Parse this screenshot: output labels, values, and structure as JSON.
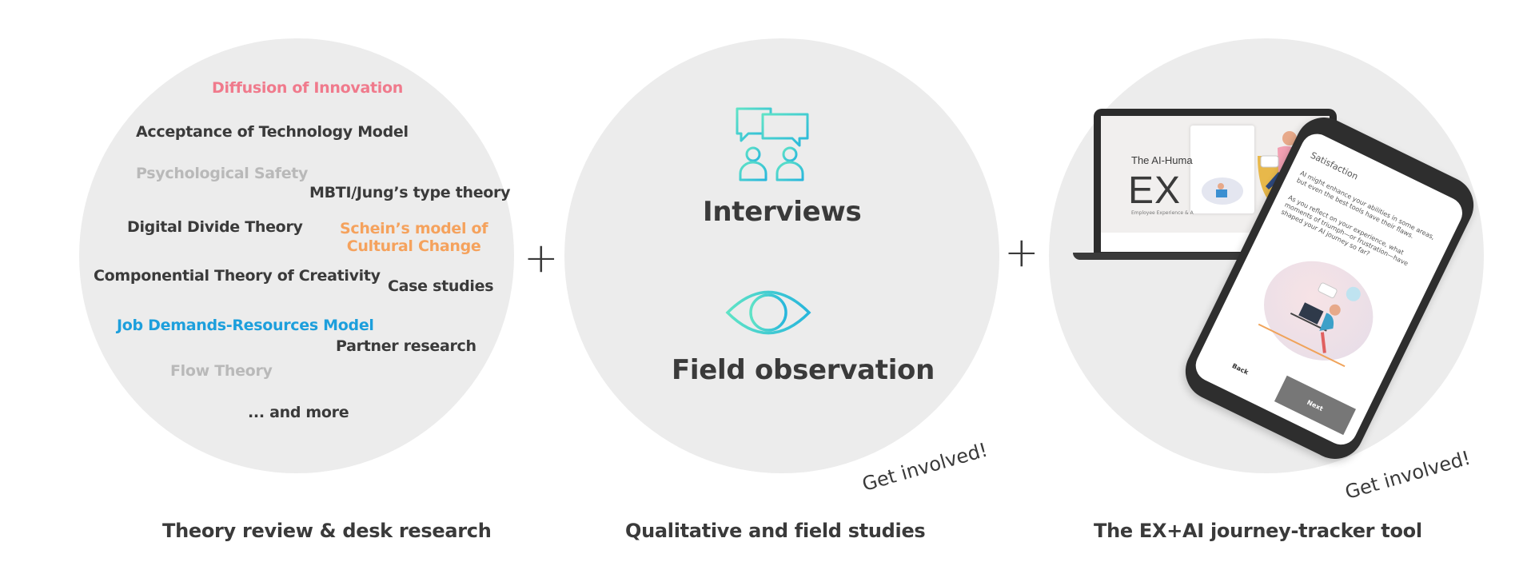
{
  "theories": {
    "diffusion": "Diffusion of Innovation",
    "acceptance": "Acceptance of Technology Model",
    "psych_safety": "Psychological Safety",
    "mbti": "MBTI/Jung’s type theory",
    "digital_divide": "Digital Divide Theory",
    "schein_line1": "Schein’s model of",
    "schein_line2": "Cultural Change",
    "componential": "Componential Theory of Creativity",
    "case_studies": "Case studies",
    "job_demands": "Job Demands-Resources Model",
    "partner_research": "Partner research",
    "flow": "Flow Theory",
    "more": "... and more"
  },
  "plus_sign": "+",
  "methods": {
    "interviews": "Interviews",
    "field_observation": "Field observation"
  },
  "captions": {
    "theory": "Theory review & desk research",
    "qualitative": "Qualitative and field studies",
    "tool": "The EX+AI journey-tracker tool"
  },
  "get_involved": "Get involved!",
  "laptop": {
    "title": "The AI-Huma",
    "ex": "EX",
    "subtitle": "Employee Experience & A"
  },
  "phone": {
    "heading": "Satisfaction",
    "text1": "AI might enhance your abilities in some areas, but even the best tools have their flaws.",
    "text2": "As you reflect on your experience, what moments of triumph—or frustration—have shaped your AI journey so far?",
    "back": "Back",
    "next": "Next"
  },
  "colors": {
    "circle": "#ececec",
    "text": "#3a3a3a",
    "faint": "#b9b9b9",
    "pink": "#f07a8c",
    "orange": "#f5a25d",
    "blue": "#1d9fdc",
    "icon_gradient_start": "#5fe3c6",
    "icon_gradient_end": "#27b6dc"
  },
  "icons": {
    "interviews": "people-chat-icon",
    "field_observation": "eye-icon"
  }
}
